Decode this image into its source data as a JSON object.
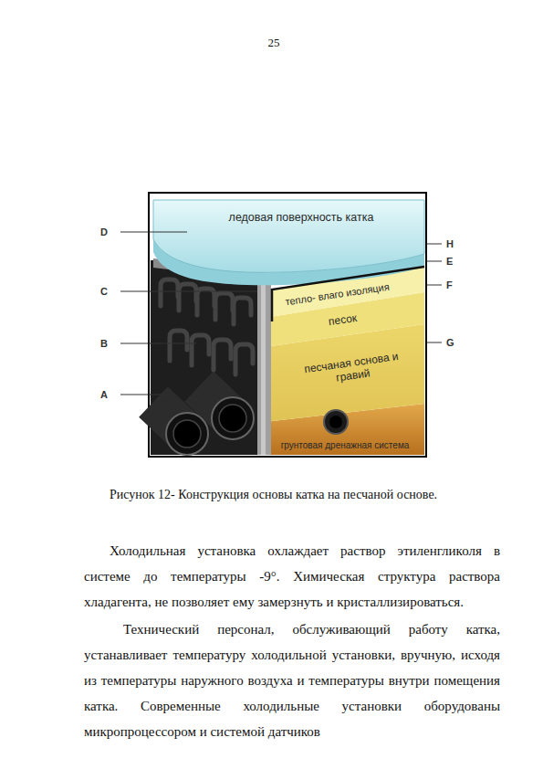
{
  "diagram": {
    "caption": "Рисунок 12- Конструкция основы катка на песчаной основе.",
    "nodes": [
      {
        "text": [
          "ледовая поверхность катка"
        ]
      },
      {
        "text": [
          "тепло- влаго изоляция"
        ]
      },
      {
        "text": [
          "песок"
        ]
      },
      {
        "text": [
          "песчаная основа и гравий"
        ]
      },
      {
        "text": [
          "грунтовая дренажная система"
        ]
      }
    ],
    "labels": [
      "25",
      "D",
      "C",
      "B",
      "A",
      "H",
      "E",
      "F",
      "G",
      "Холодильная установка охлаждает раствор этиленгликоля в системе до температуры -9°. Химическая структура раствора хладагента, не позволяет ему замерзнуть и кристаллизироваться.",
      "Технический персонал, обслуживающий работу катка, устанавливает температуру холодильной установки, вручную, исходя из температуры наружного воздуха и температуры внутри помещения катка. Современные холодильные установки оборудованы микропроцессором и системой датчиков"
    ]
  }
}
